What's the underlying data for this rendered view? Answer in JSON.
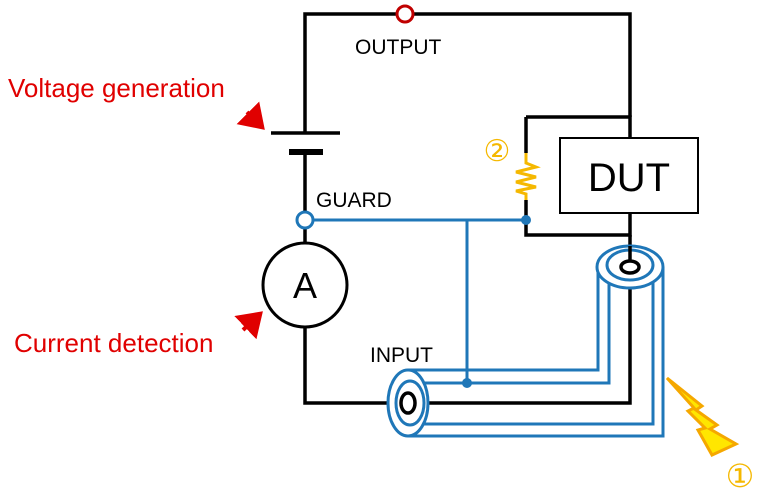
{
  "labels": {
    "output": "OUTPUT",
    "guard": "GUARD",
    "input": "INPUT",
    "dut": "DUT",
    "ammeter": "A",
    "voltage_generation": "Voltage generation",
    "current_detection": "Current detection",
    "marker_1": "①",
    "marker_2": "②"
  },
  "colors": {
    "wire": "#000000",
    "guard": "#1f77b8",
    "output_terminal": "#c00000",
    "annotation": "#e00000",
    "leakage": "#f5b800",
    "lightning_fill": "#ffe600"
  }
}
